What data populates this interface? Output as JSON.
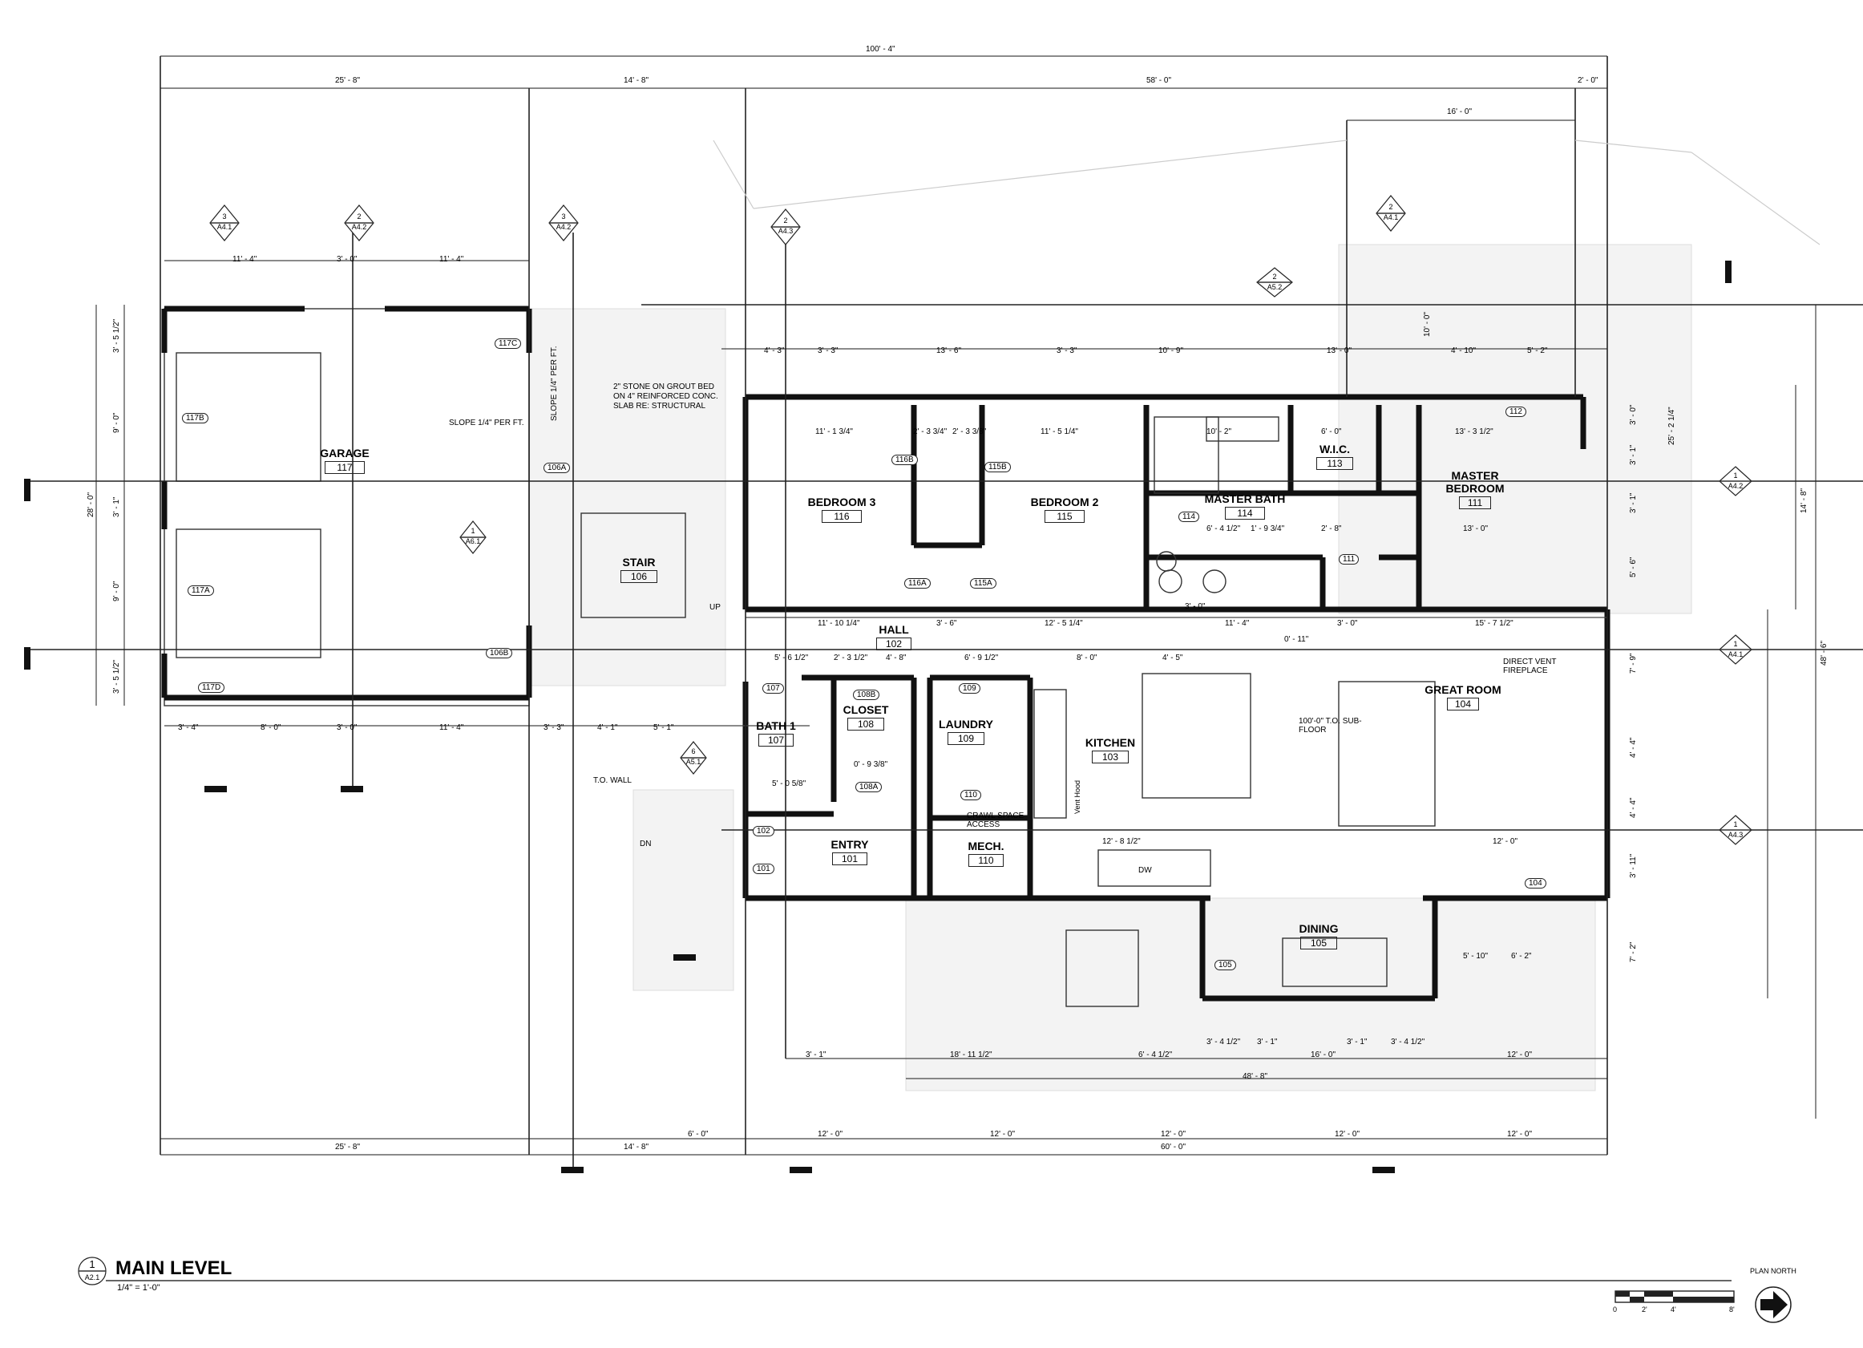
{
  "drawing": {
    "title": "MAIN LEVEL",
    "number": "1",
    "sheet": "A2.1",
    "scale": "1/4\" = 1'-0\"",
    "north_label": "PLAN NORTH",
    "scale_bar_labels": [
      "0",
      "2'",
      "4'",
      "8'"
    ]
  },
  "rooms": [
    {
      "name": "GARAGE",
      "number": "117"
    },
    {
      "name": "STAIR",
      "number": "106"
    },
    {
      "name": "BEDROOM 3",
      "number": "116"
    },
    {
      "name": "BEDROOM 2",
      "number": "115"
    },
    {
      "name": "MASTER BATH",
      "number": "114"
    },
    {
      "name": "W.I.C.",
      "number": "113"
    },
    {
      "name": "MASTER BEDROOM",
      "number": "111"
    },
    {
      "name": "HALL",
      "number": "102"
    },
    {
      "name": "BATH 1",
      "number": "107"
    },
    {
      "name": "CLOSET",
      "number": "108"
    },
    {
      "name": "LAUNDRY",
      "number": "109"
    },
    {
      "name": "KITCHEN",
      "number": "103"
    },
    {
      "name": "GREAT ROOM",
      "number": "104"
    },
    {
      "name": "ENTRY",
      "number": "101"
    },
    {
      "name": "MECH.",
      "number": "110"
    },
    {
      "name": "DINING",
      "number": "105"
    }
  ],
  "door_tags": [
    "117C",
    "117B",
    "117A",
    "117D",
    "106A",
    "106B",
    "116B",
    "115B",
    "116A",
    "115A",
    "112",
    "111",
    "107",
    "108B",
    "108A",
    "102",
    "101",
    "110",
    "105",
    "104",
    "109",
    "114"
  ],
  "notes": {
    "slope_garage": "SLOPE 1/4\" PER FT.",
    "stone": "2\" STONE ON GROUT BED ON 4\" REINFORCED CONC. SLAB RE: STRUCTURAL",
    "slope_vertical": "SLOPE 1/4\" PER FT.",
    "subfloor": "100'-0\" T.O. SUB-FLOOR",
    "fireplace": "DIRECT VENT FIREPLACE",
    "crawl": "CRAWL SPACE ACCESS",
    "to_wall": "T.O. WALL",
    "vent_hood": "Vent Hood",
    "up": "UP",
    "dn": "DN",
    "dw": "DW"
  },
  "dimensions": {
    "overall": "100' - 4\"",
    "top": [
      "25' - 8\"",
      "14' - 8\"",
      "58' - 0\"",
      "2' - 0\""
    ],
    "garage_top": [
      "11' - 4\"",
      "3' - 0\"",
      "11' - 4\""
    ],
    "bed_row": [
      "4' - 3\"",
      "3' - 3\"",
      "13' - 6\"",
      "3' - 3\"",
      "10' - 9\"",
      "13' - 0\"",
      "4' - 10\"",
      "5' - 2\""
    ],
    "deck_top": "16' - 0\"",
    "interior": [
      "11' - 1 3/4\"",
      "2' - 3 3/4\"",
      "2' - 3 3/8\"",
      "11' - 5 1/4\"",
      "10' - 2\"",
      "6' - 0\"",
      "13' - 3 1/2\"",
      "13' - 0\"",
      "11' - 10 1/4\"",
      "3' - 6\"",
      "12' - 5 1/4\"",
      "11' - 4\"",
      "3' - 0\"",
      "15' - 7 1/2\"",
      "6' - 4 1/2\"",
      "1' - 9 3/4\"",
      "2' - 8\"",
      "3' - 0\"",
      "0' - 11\""
    ],
    "lower_interior": [
      "5' - 6 1/2\"",
      "2' - 3 1/2\"",
      "4' - 8\"",
      "6' - 9 1/2\"",
      "8' - 0\"",
      "4' - 5\"",
      "5' - 0 5/8\"",
      "0' - 9 3/8\"",
      "12' - 8 1/2\"",
      "12' - 0\"",
      "5' - 10\"",
      "6' - 2\""
    ],
    "garage_bottom": [
      "3' - 4\"",
      "8' - 0\"",
      "3' - 0\"",
      "11' - 4\"",
      "3' - 3\"",
      "4' - 1\"",
      "5' - 1\""
    ],
    "deck": [
      "3' - 1\"",
      "18' - 11 1/2\"",
      "6' - 4 1/2\"",
      "3' - 4 1/2\"",
      "3' - 1\"",
      "16' - 0\"",
      "3' - 1\"",
      "3' - 4 1/2\"",
      "12' - 0\"",
      "48' - 8\""
    ],
    "bottom": [
      "25' - 8\"",
      "14' - 8\"",
      "6' - 0\"",
      "12' - 0\"",
      "12' - 0\"",
      "12' - 0\"",
      "12' - 0\"",
      "12' - 0\"",
      "60' - 0\""
    ],
    "left": [
      "3' - 5 1/2\"",
      "9' - 0\"",
      "3' - 1\"",
      "9' - 0\"",
      "3' - 5 1/2\"",
      "28' - 0\""
    ],
    "right": [
      "3' - 0\"",
      "3' - 1\"",
      "3' - 1\"",
      "5' - 6\"",
      "7' - 9\"",
      "4' - 4\"",
      "4' - 4\"",
      "3' - 11\"",
      "7' - 2\"",
      "25' - 2 1/4\"",
      "14' - 8\"",
      "48' - 6\"",
      "10' - 0\""
    ]
  },
  "section_markers": [
    {
      "num": "3",
      "sheet": "A4.1"
    },
    {
      "num": "2",
      "sheet": "A4.2"
    },
    {
      "num": "3",
      "sheet": "A4.2"
    },
    {
      "num": "2",
      "sheet": "A4.3"
    },
    {
      "num": "2",
      "sheet": "A4.1"
    },
    {
      "num": "2",
      "sheet": "A5.2"
    },
    {
      "num": "1",
      "sheet": "A4.2"
    },
    {
      "num": "1",
      "sheet": "A4.1"
    },
    {
      "num": "1",
      "sheet": "A4.3"
    },
    {
      "num": "1",
      "sheet": "A6.1"
    },
    {
      "num": "6",
      "sheet": "A5.1"
    }
  ]
}
